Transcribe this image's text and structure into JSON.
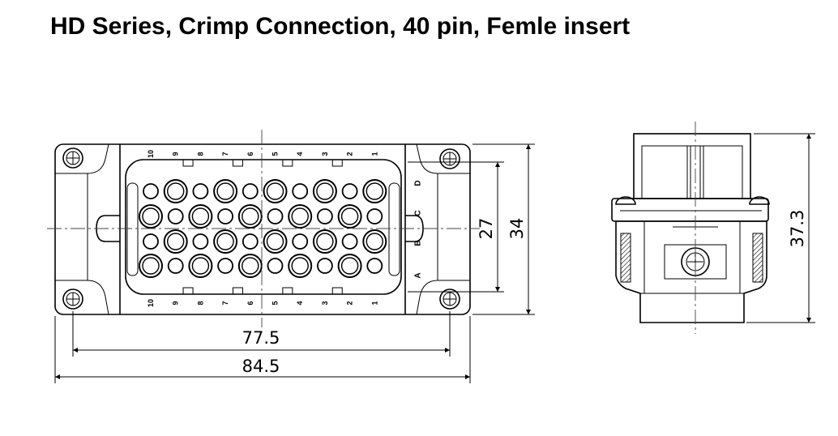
{
  "title": "HD Series, Crimp Connection, 40 pin, Femle insert",
  "front_view": {
    "pin_numbers_top": [
      "10",
      "9",
      "8",
      "7",
      "6",
      "5",
      "4",
      "3",
      "2",
      "1"
    ],
    "pin_numbers_bottom": [
      "10",
      "9",
      "8",
      "7",
      "6",
      "5",
      "4",
      "3",
      "2",
      "1"
    ],
    "row_letters": [
      "D",
      "C",
      "B",
      "A"
    ]
  },
  "dimensions": {
    "mounting_width": "77.5",
    "overall_width": "84.5",
    "insert_height": "27",
    "overall_height": "34",
    "side_height": "37.3"
  },
  "colors": {
    "line": "#000000",
    "background": "#ffffff",
    "centerline": "#444444"
  }
}
